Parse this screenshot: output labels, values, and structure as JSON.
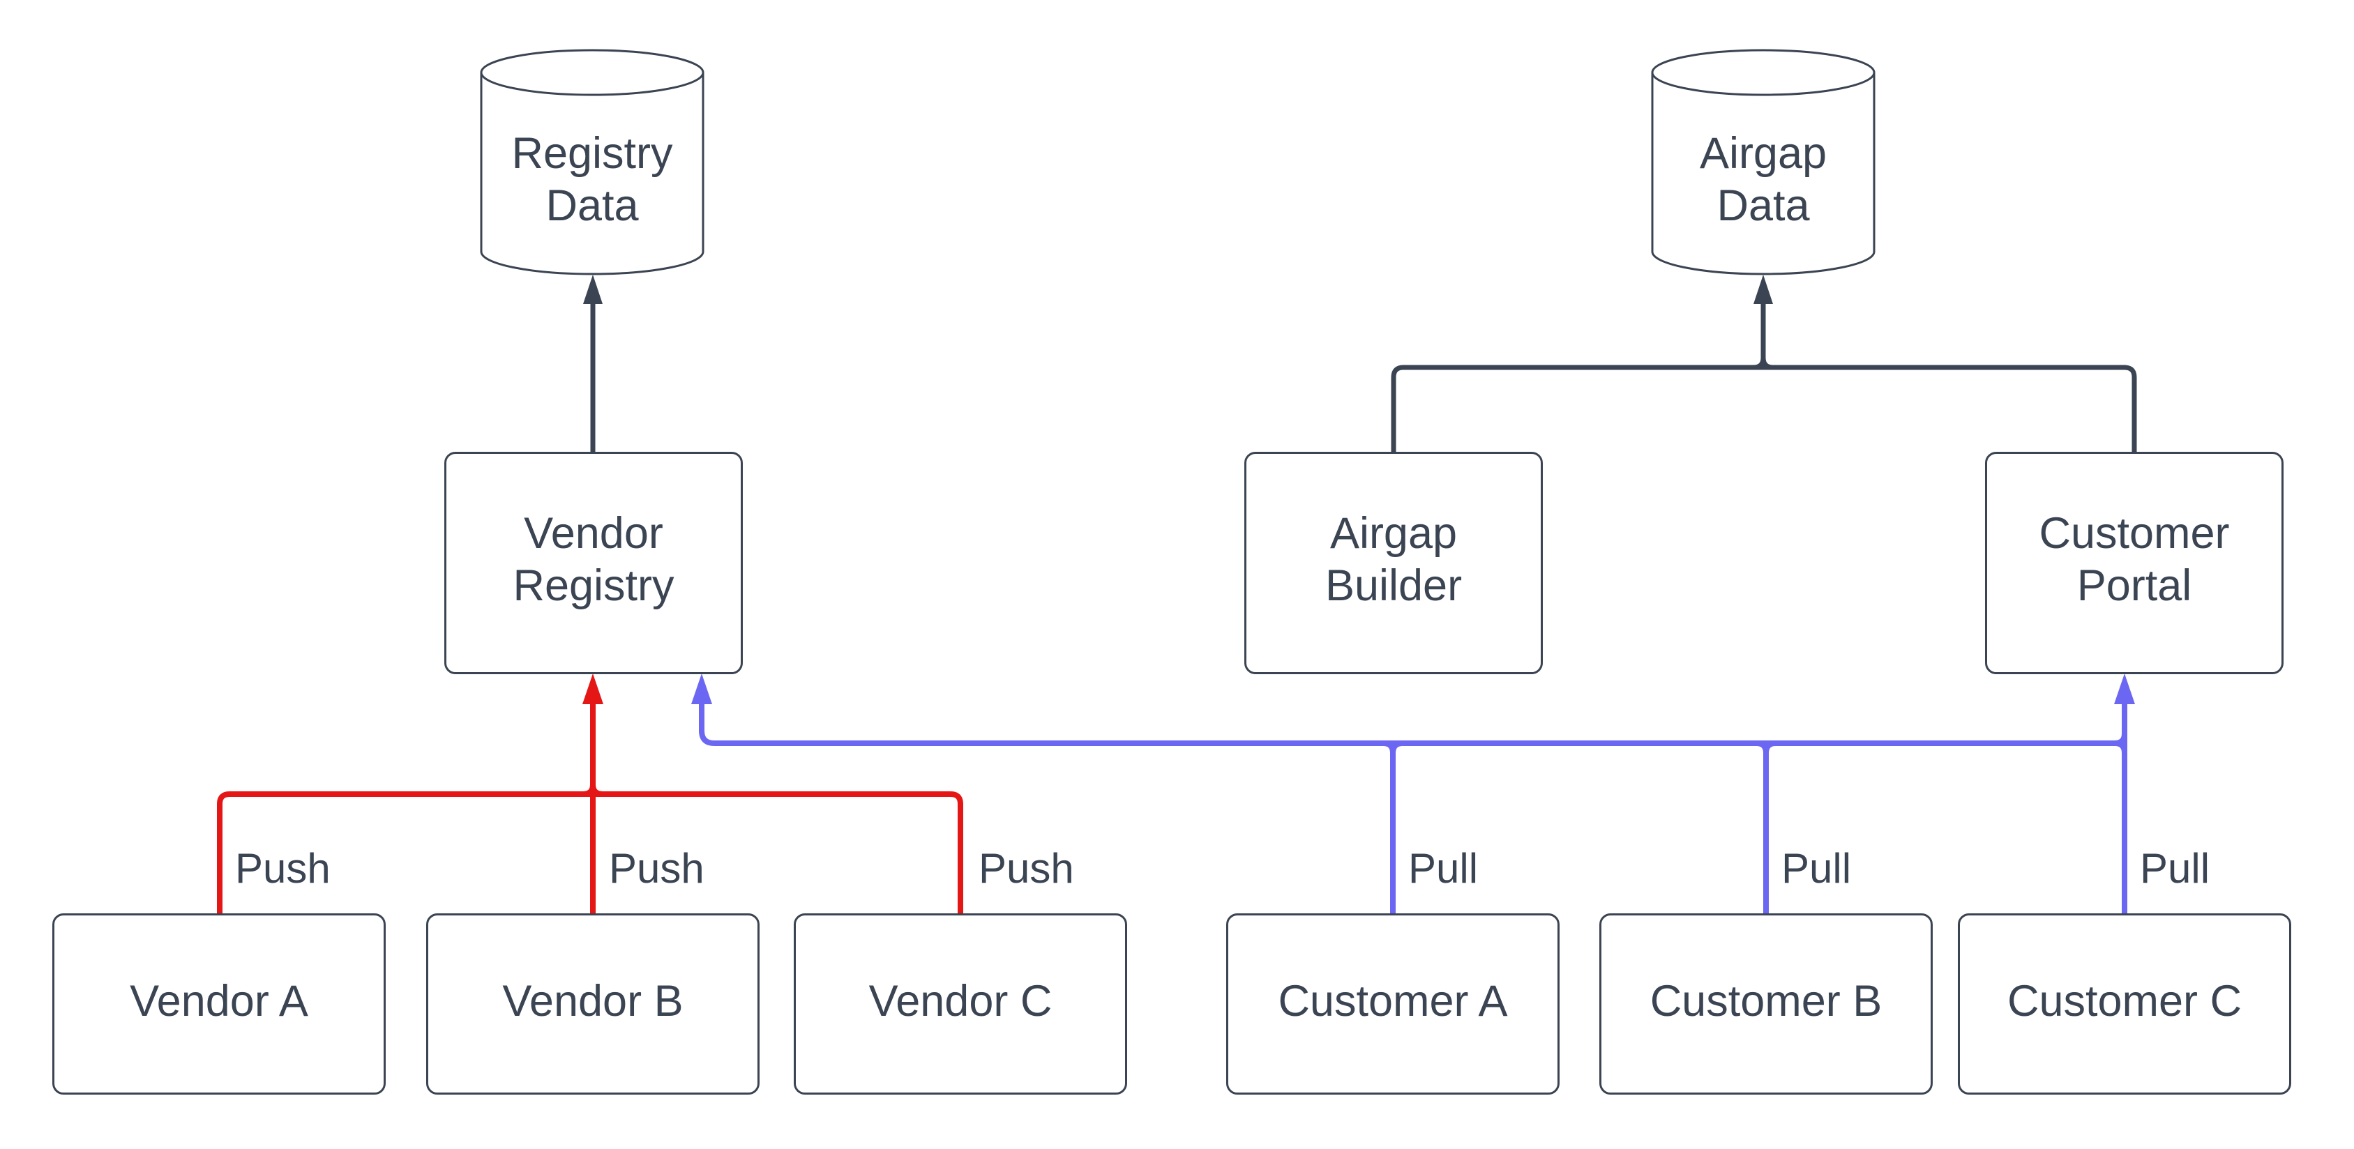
{
  "diagram": {
    "colors": {
      "node_stroke": "#3b4452",
      "node_fill": "#ffffff",
      "text": "#3b4452",
      "dark_edge": "#3b4452",
      "push_edge": "#e51616",
      "pull_edge": "#6c67f2"
    },
    "datastores": {
      "registry_data": {
        "label": "Registry Data"
      },
      "airgap_data": {
        "label": "Airgap Data"
      }
    },
    "services": {
      "vendor_registry": {
        "label": "Vendor Registry"
      },
      "airgap_builder": {
        "label": "Airgap Builder"
      },
      "customer_portal": {
        "label": "Customer Portal"
      }
    },
    "actors": {
      "vendor_a": {
        "label": "Vendor A"
      },
      "vendor_b": {
        "label": "Vendor B"
      },
      "vendor_c": {
        "label": "Vendor C"
      },
      "customer_a": {
        "label": "Customer A"
      },
      "customer_b": {
        "label": "Customer B"
      },
      "customer_c": {
        "label": "Customer C"
      }
    },
    "edges": [
      {
        "color": "dark",
        "from": "Vendor Registry",
        "to": "Registry Data",
        "label": ""
      },
      {
        "color": "dark",
        "from": "Airgap Builder",
        "to": "Airgap Data",
        "label": ""
      },
      {
        "color": "dark",
        "from": "Customer Portal",
        "to": "Airgap Data",
        "label": ""
      },
      {
        "color": "red",
        "from": "Vendor A",
        "to": "Vendor Registry",
        "label": "Push"
      },
      {
        "color": "red",
        "from": "Vendor B",
        "to": "Vendor Registry",
        "label": "Push"
      },
      {
        "color": "red",
        "from": "Vendor C",
        "to": "Vendor Registry",
        "label": "Push"
      },
      {
        "color": "blue",
        "from": "Customer A",
        "to": "Vendor Registry",
        "label": "Pull"
      },
      {
        "color": "blue",
        "from": "Customer B",
        "to": "Vendor Registry",
        "label": "Pull"
      },
      {
        "color": "blue",
        "from": "Customer C",
        "to": "Customer Portal",
        "label": "Pull"
      }
    ]
  }
}
